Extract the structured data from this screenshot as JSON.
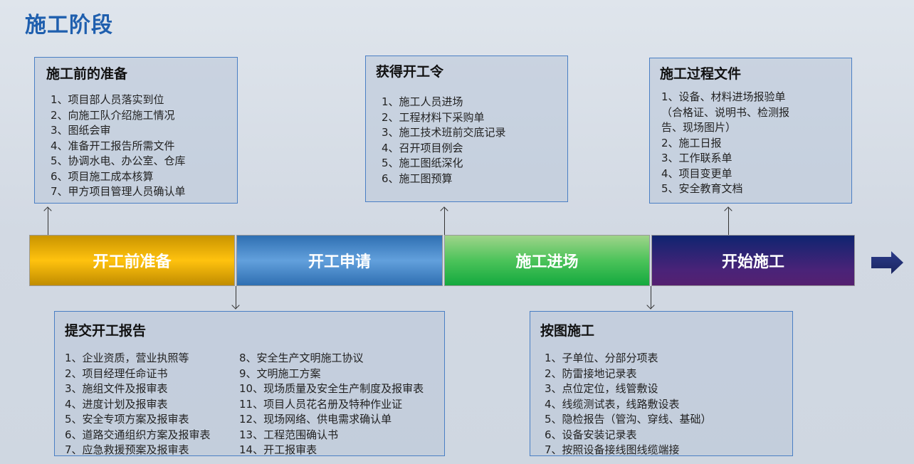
{
  "title": "施工阶段",
  "stages": [
    "开工前准备",
    "开工申请",
    "施工进场",
    "开始施工"
  ],
  "colors": {
    "stage1": "#f2b600",
    "stage2": "#4a8acb",
    "stage3": "#2fb54a",
    "stage4": "#3a2a7a",
    "title": "#1f5fae",
    "arrow": "#1f2b6a"
  },
  "boxes": {
    "prep": {
      "title": "施工前的准备",
      "items": [
        "1、项目部人员落实到位",
        "2、向施工队介绍施工情况",
        "3、图纸会审",
        "4、准备开工报告所需文件",
        "5、协调水电、办公室、仓库",
        "6、项目施工成本核算",
        "7、甲方项目管理人员确认单"
      ]
    },
    "order": {
      "title": "获得开工令",
      "items": [
        "1、施工人员进场",
        "2、工程材料下采购单",
        "3、施工技术班前交底记录",
        "4、召开项目例会",
        "5、施工图纸深化",
        "6、施工图预算"
      ]
    },
    "process": {
      "title": "施工过程文件",
      "items": [
        "1、设备、材料进场报验单",
        "（合格证、说明书、检测报",
        "告、现场图片）",
        "2、施工日报",
        "3、工作联系单",
        "4、项目变更单",
        "5、安全教育文档"
      ]
    },
    "report": {
      "title": "提交开工报告",
      "items": [
        "1、企业资质，营业执照等",
        "2、项目经理任命证书",
        "3、施组文件及报审表",
        "4、进度计划及报审表",
        "5、安全专项方案及报审表",
        "6、道路交通组织方案及报审表",
        "7、应急救援预案及报审表",
        "8、安全生产文明施工协议",
        "9、文明施工方案",
        "10、现场质量及安全生产制度及报审表",
        "11、项目人员花名册及特种作业证",
        "12、现场网络、供电需求确认单",
        "13、工程范围确认书",
        "14、开工报审表"
      ]
    },
    "build": {
      "title": "按图施工",
      "items": [
        "1、子单位、分部分项表",
        "2、防雷接地记录表",
        "3、点位定位，线管敷设",
        "4、线缆测试表，线路敷设表",
        "5、隐检报告（管沟、穿线、基础）",
        "6、设备安装记录表",
        "7、按照设备接线图线缆端接"
      ]
    }
  }
}
